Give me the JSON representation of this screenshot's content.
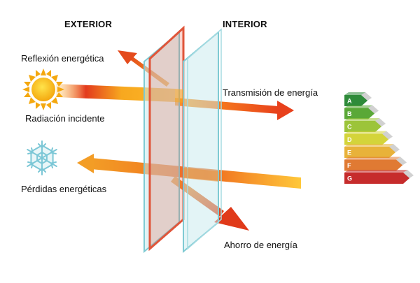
{
  "headers": {
    "exterior": "EXTERIOR",
    "interior": "INTERIOR"
  },
  "labels": {
    "reflection": "Reflexión energética",
    "incident": "Radiación incidente",
    "losses": "Pérdidas energéticas",
    "transmission": "Transmisión de energía",
    "savings": "Ahorro de energía"
  },
  "rating": {
    "classes": [
      "A",
      "B",
      "C",
      "D",
      "E",
      "F",
      "G"
    ],
    "colors": [
      "#2e8b3a",
      "#5aa837",
      "#9cc43a",
      "#d4d43a",
      "#e8b23a",
      "#e07a33",
      "#c62c2c"
    ]
  },
  "icons": {
    "sun": "sun-icon",
    "snowflake": "snowflake-icon"
  },
  "colors": {
    "beam_light": "#ffb020",
    "beam_dark": "#e03a1a",
    "glass": "#bfe6ea",
    "glass_edge": "#7fcad3",
    "coating": "#e0553a"
  }
}
